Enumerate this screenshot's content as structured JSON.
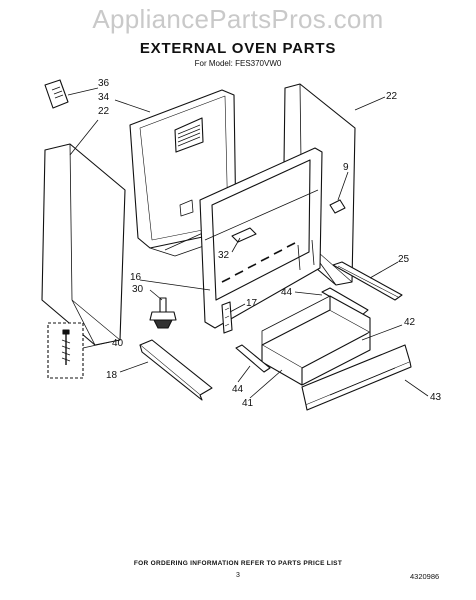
{
  "watermark": "AppliancePartsPros.com",
  "title": "EXTERNAL OVEN PARTS",
  "subtitle": "For Model: FES370VW0",
  "callouts": [
    "36",
    "34",
    "22",
    "22",
    "9",
    "32",
    "25",
    "16",
    "30",
    "17",
    "44",
    "42",
    "40",
    "18",
    "44",
    "41",
    "43"
  ],
  "footer": {
    "note": "FOR ORDERING INFORMATION REFER TO PARTS PRICE LIST",
    "page": "3",
    "doc_number": "4320986"
  }
}
